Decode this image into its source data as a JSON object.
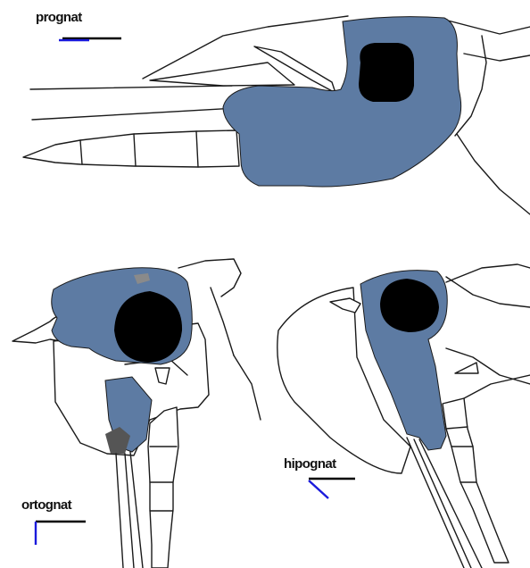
{
  "labels": {
    "top": "prognat",
    "bottom_left": "ortognat",
    "bottom_right": "hipognat"
  },
  "colors": {
    "head_capsule": "#5d7ba3",
    "eye": "#000000",
    "ocellus": "#8a8a8a",
    "mandible_dark": "#555555",
    "axis_line": "#000000",
    "axis_indicator": "#1a1adc"
  }
}
